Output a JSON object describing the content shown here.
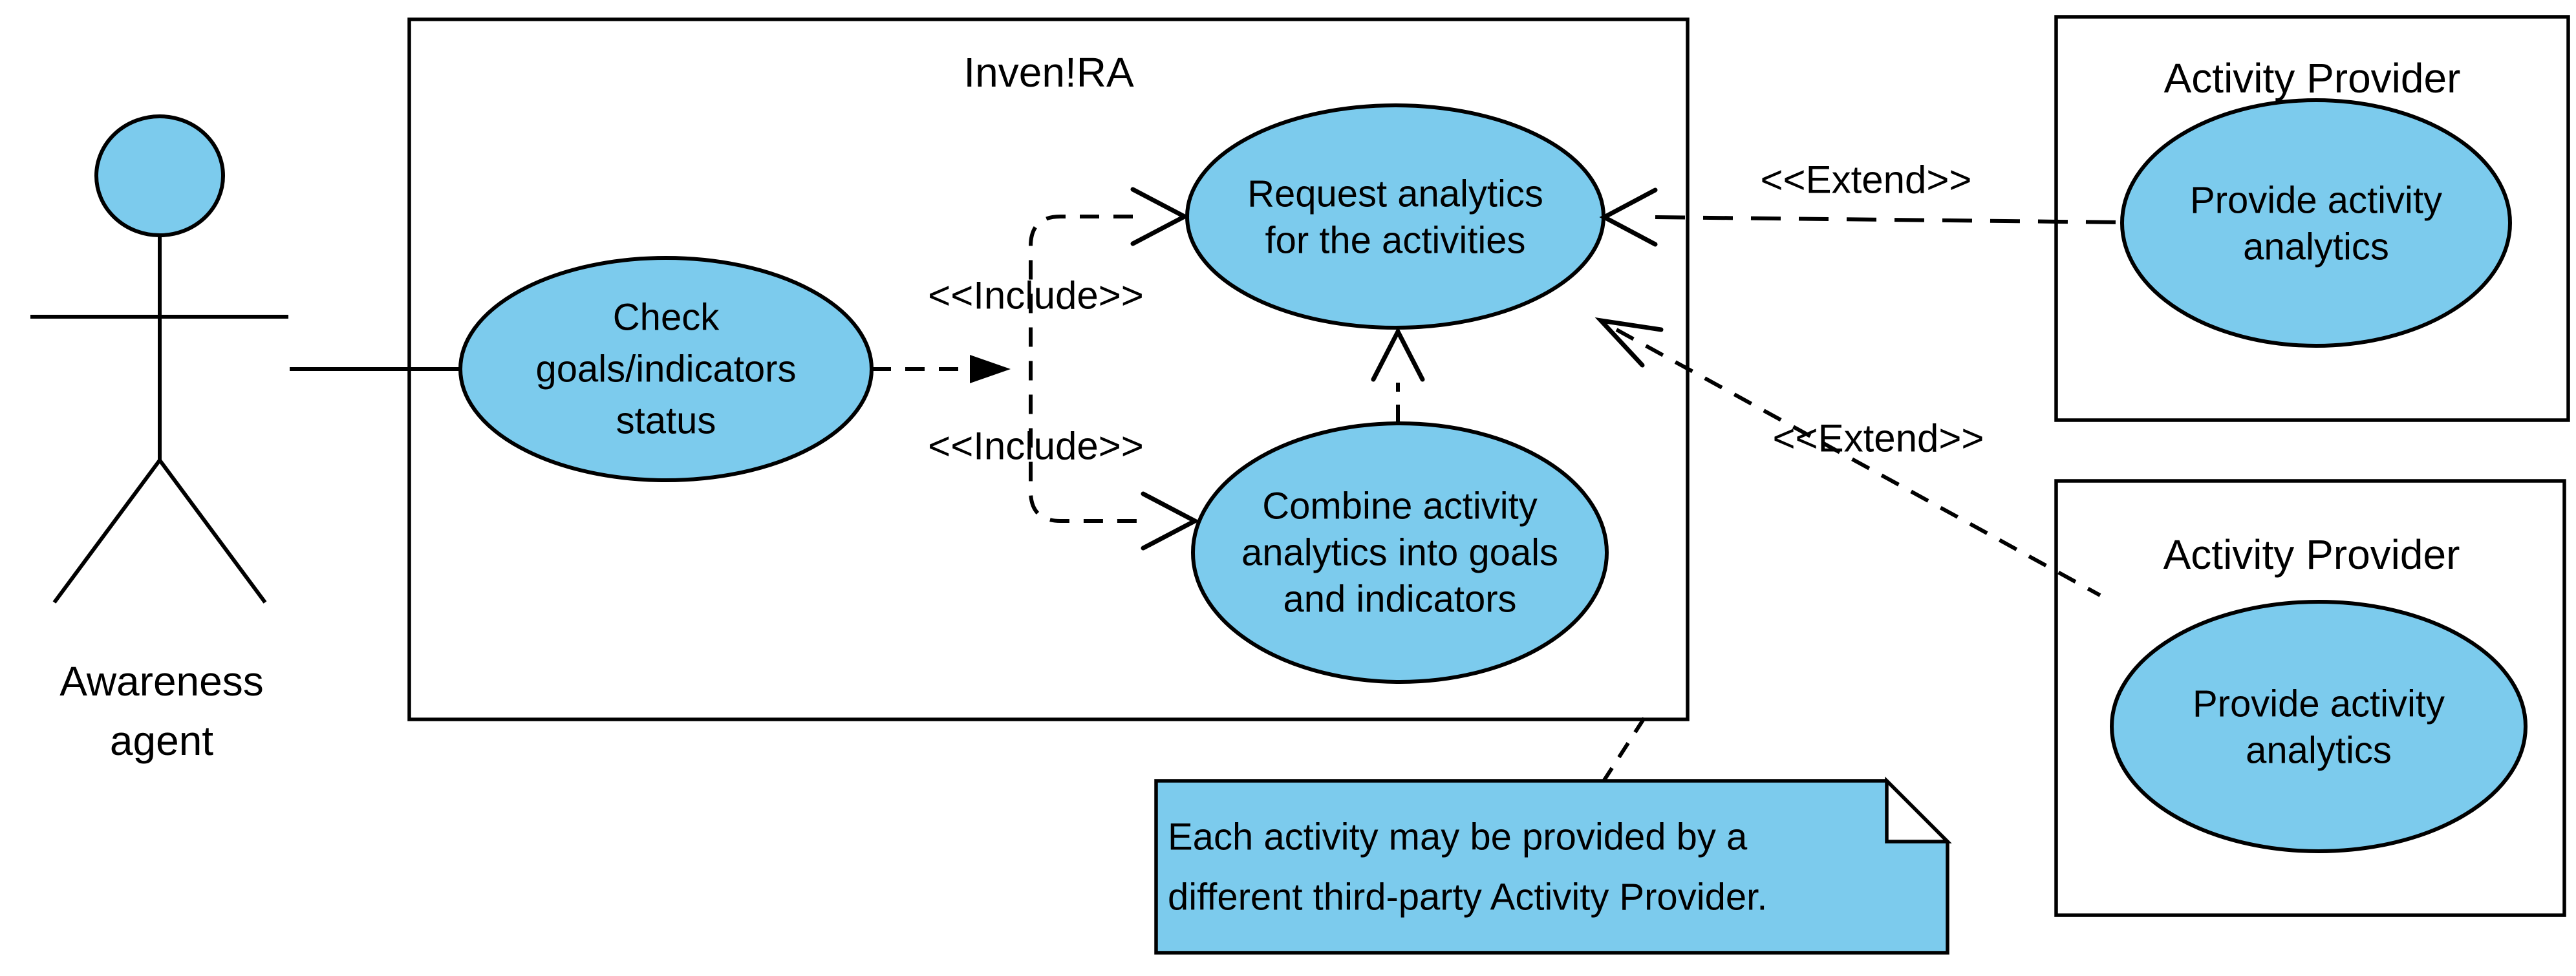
{
  "diagram": {
    "actor": {
      "name": "awareness-agent",
      "label_lines": [
        "Awareness",
        "agent"
      ]
    },
    "system": {
      "title": "Inven!RA"
    },
    "usecases": {
      "check": {
        "lines": [
          "Check",
          "goals/indicators",
          "status"
        ]
      },
      "request": {
        "lines": [
          "Request analytics",
          "for the activities"
        ]
      },
      "combine": {
        "lines": [
          "Combine activity",
          "analytics into goals",
          "and indicators"
        ]
      },
      "provide_top": {
        "lines": [
          "Provide activity",
          "analytics"
        ]
      },
      "provide_bottom": {
        "lines": [
          "Provide activity",
          "analytics"
        ]
      }
    },
    "providers": [
      {
        "title": "Activity Provider"
      },
      {
        "title": "Activity Provider"
      }
    ],
    "labels": {
      "include_top": "<<Include>>",
      "include_bottom": "<<Include>>",
      "extend_top": "<<Extend>>",
      "extend_bottom": "<<Extend>>"
    },
    "note": {
      "lines": [
        "Each activity may be provided by a",
        "different third-party Activity Provider."
      ]
    },
    "colors": {
      "shape_fill": "#7ccbed",
      "stroke": "#000000",
      "background": "#ffffff",
      "note_fold": "#ffffff"
    }
  }
}
